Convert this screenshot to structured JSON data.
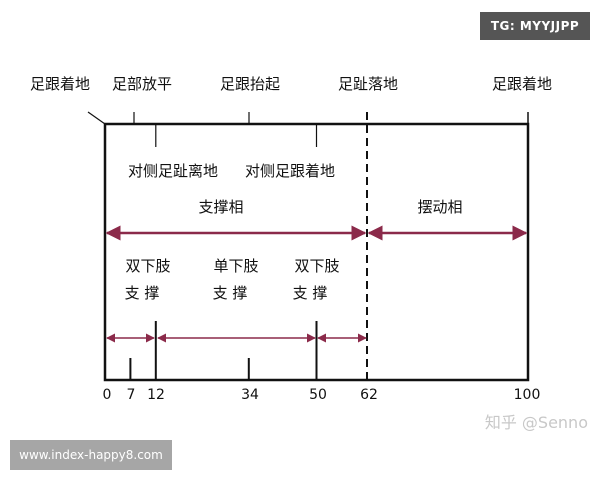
{
  "watermarks": {
    "tg": "TG: MYYJJPP",
    "site": "www.index-happy8.com",
    "zhihu": "知乎 @Senno"
  },
  "colors": {
    "arrow": "#8b2a4a",
    "line": "#111111"
  },
  "top_events": [
    "足跟着地",
    "足部放平",
    "足跟抬起",
    "足趾落地",
    "足跟着地"
  ],
  "contra_events": [
    "对侧足趾离地",
    "对侧足跟着地"
  ],
  "phases": {
    "stance": "支撑相",
    "swing": "摆动相"
  },
  "support": [
    {
      "line1": "双下肢",
      "line2": "支 撑"
    },
    {
      "line1": "单下肢",
      "line2": "支 撑"
    },
    {
      "line1": "双下肢",
      "line2": "支 撑"
    }
  ],
  "axis": {
    "ticks": [
      "0",
      "7",
      "12",
      "34",
      "50",
      "62",
      "100"
    ]
  }
}
